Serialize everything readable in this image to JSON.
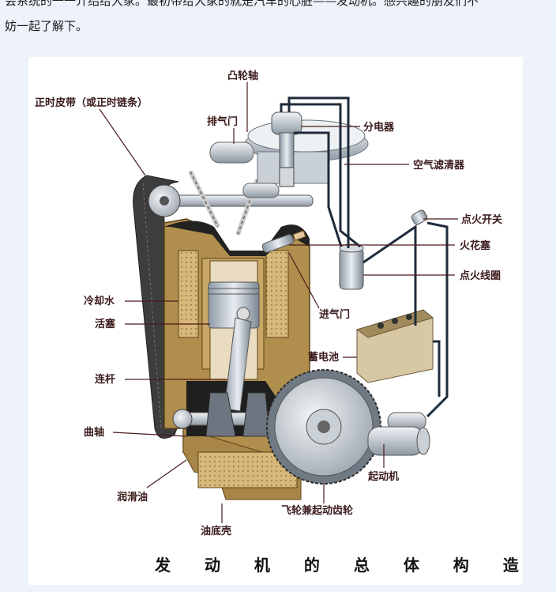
{
  "article": {
    "line1": "会系统的一一介绍给大家。最初带给大家的就是汽车的心脏——发动机。感兴趣的朋友们不",
    "line2": "妨一起了解下。"
  },
  "diagram": {
    "caption": "发 动 机 的 总 体 构 造",
    "labels": {
      "camshaft": "凸轮轴",
      "timing_belt": "正时皮带（或正时链条）",
      "exhaust_valve": "排气门",
      "distributor": "分电器",
      "air_filter": "空气滤清器",
      "ignition_switch": "点火开关",
      "spark_plug": "火花塞",
      "ignition_coil": "点火线圈",
      "coolant": "冷却水",
      "piston": "活塞",
      "intake_valve": "进气门",
      "battery": "蓄电池",
      "connecting_rod": "连杆",
      "crankshaft": "曲轴",
      "starter_motor": "起动机",
      "lubricating_oil": "润滑油",
      "flywheel": "飞轮兼起动齿轮",
      "oil_pan": "油底壳"
    }
  }
}
